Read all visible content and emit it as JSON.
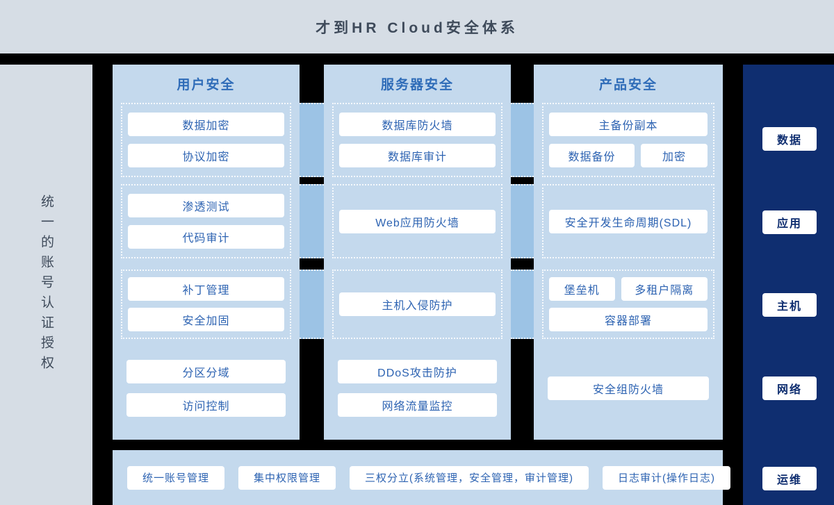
{
  "title": "才到HR Cloud安全体系",
  "left_rail": {
    "label": "统一的账号认证授权"
  },
  "columns": [
    {
      "header": "用户安全",
      "rows": [
        {
          "items": [
            "数据加密",
            "协议加密"
          ]
        },
        {
          "items": [
            "渗透测试",
            "代码审计"
          ]
        },
        {
          "items": [
            "补丁管理",
            "安全加固"
          ]
        },
        {
          "items": [
            "分区分域",
            "访问控制"
          ]
        }
      ]
    },
    {
      "header": "服务器安全",
      "rows": [
        {
          "items": [
            "数据库防火墙",
            "数据库审计"
          ]
        },
        {
          "items": [
            "Web应用防火墙"
          ]
        },
        {
          "items": [
            "主机入侵防护"
          ]
        },
        {
          "items": [
            "DDoS攻击防护",
            "网络流量监控"
          ]
        }
      ]
    },
    {
      "header": "产品安全",
      "rows": [
        {
          "items": [
            "主备份副本",
            "数据备份",
            "加密"
          ]
        },
        {
          "items": [
            "安全开发生命周期(SDL)"
          ]
        },
        {
          "items": [
            "堡垒机",
            "多租户隔离",
            "容器部署"
          ]
        },
        {
          "items": [
            "安全组防火墙"
          ]
        }
      ]
    }
  ],
  "right_rail": {
    "items": [
      "数据",
      "应用",
      "主机",
      "网络",
      "运维"
    ]
  },
  "bottom_bar": {
    "items": [
      "统一账号管理",
      "集中权限管理",
      "三权分立(系统管理，安全管理，审计管理)",
      "日志审计(操作日志)"
    ]
  },
  "colors": {
    "page_bg": "#000000",
    "rail_bg": "#d6dde5",
    "column_bg": "#c4d9ed",
    "connector": "#9cc3e5",
    "navy": "#0f2e70",
    "card_text": "#2d63b2",
    "col_header_text": "#2f6cb8",
    "title_text": "#3e4a5a"
  }
}
